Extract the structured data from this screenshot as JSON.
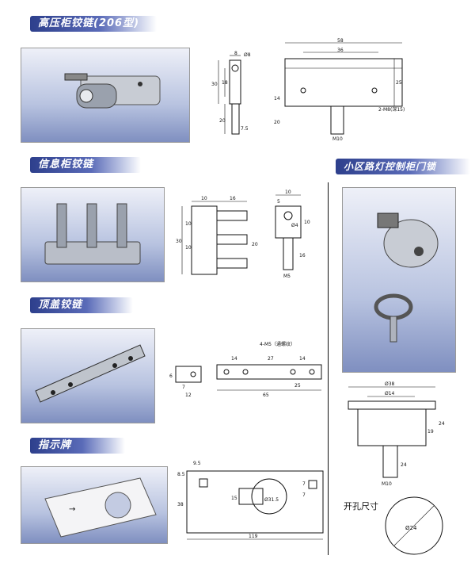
{
  "sections": {
    "hinge206": {
      "title": "高压柜铰链(206型)",
      "dims": {
        "w1": "8",
        "dia": "Ø8",
        "h18": "18",
        "h30": "30",
        "h20": "20",
        "h7": "7.5",
        "w58": "58",
        "w36": "36",
        "h25": "25",
        "h14": "14",
        "h20b": "20",
        "m8": "2-M8(深15)",
        "m10": "M10"
      }
    },
    "infoHinge": {
      "title": "信息柜铰链",
      "dims": {
        "w10": "10",
        "w16": "16",
        "h30": "30",
        "h10a": "10",
        "h10b": "10",
        "h20": "20",
        "w10b": "10",
        "w5": "5",
        "dia4": "Ø4",
        "h10c": "10",
        "h16": "16",
        "m5": "M5"
      }
    },
    "topHinge": {
      "title": "顶盖铰链",
      "dims": {
        "w7": "7",
        "w12": "12",
        "h6": "6",
        "m5": "4-M5（通螺纹）",
        "w14a": "14",
        "w27": "27",
        "w14b": "14",
        "w65": "65",
        "w25": "25"
      }
    },
    "indicator": {
      "title": "指示牌",
      "dims": {
        "w9": "9.5",
        "h8": "8.5",
        "h38": "38",
        "h15": "15",
        "dia": "Ø31.5",
        "s7a": "7",
        "s7b": "7",
        "w119": "119"
      }
    },
    "lock": {
      "title": "小区路灯控制柜门锁",
      "dims": {
        "d38": "Ø38",
        "d14": "Ø14",
        "h19": "19",
        "h24a": "24",
        "h24b": "24",
        "m10": "M10"
      },
      "hole_label": "开孔尺寸",
      "hole_dia": "Ø24"
    }
  }
}
